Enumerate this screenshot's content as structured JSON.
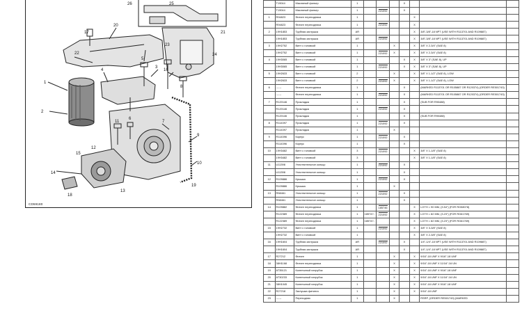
{
  "drawing": {
    "code": "CD59180",
    "callouts": [
      "1",
      "2",
      "3",
      "4",
      "5",
      "6",
      "7",
      "8",
      "9",
      "10",
      "11",
      "12",
      "13",
      "14",
      "15",
      "16",
      "17",
      "18",
      "19",
      "20",
      "21",
      "22",
      "23",
      "24",
      "25",
      "26"
    ]
  },
  "rows": [
    {
      "idx": "",
      "pn": "T19044",
      "desc": "Масляный фильтр",
      "qty": "1",
      "d1": "",
      "d2": "",
      "m1": "",
      "m2": "X",
      "m3": "",
      "rem": ""
    },
    {
      "idx": "",
      "pn": "T19044",
      "desc": "Масляный фильтр",
      "qty": "1",
      "d1": "",
      "d2": "221092",
      "m1": "",
      "m2": "X",
      "m3": "",
      "rem": ""
    },
    {
      "idx": "1",
      "pn": "R94823",
      "desc": "Фитинг переходника",
      "qty": "1",
      "d1": "",
      "d2": "",
      "m1": "",
      "m2": "",
      "m3": "X",
      "rem": ""
    },
    {
      "idx": "",
      "pn": "R94823",
      "desc": "Фитинг переходника",
      "qty": "1",
      "d1": "",
      "d2": "221092",
      "m1": "",
      "m2": "",
      "m3": "X",
      "rem": ""
    },
    {
      "idx": "2",
      "pn": "19H1853",
      "desc": "Трубная заглушка",
      "qty": "AR",
      "d1": "",
      "d2": "",
      "m1": "",
      "m2": "",
      "m3": "X",
      "rem": "3/8\"-3/8\"-18 NPT (USE WITH R113701 AND R109887)"
    },
    {
      "idx": "",
      "pn": "19H1853",
      "desc": "Трубная заглушка",
      "qty": "AR",
      "d1": "",
      "d2": "221092",
      "m1": "",
      "m2": "",
      "m3": "X",
      "rem": "3/8\"-3/8\"-18 NPT (USE WITH R113701 AND R109887)"
    },
    {
      "idx": "3",
      "pn": "19H2752",
      "desc": "Винт с головкой",
      "qty": "1",
      "d1": "",
      "d2": "",
      "m1": "X",
      "m2": "",
      "m3": "X",
      "rem": "3/8\" X 2-3/4\" (SAE 8)"
    },
    {
      "idx": "",
      "pn": "19H2752",
      "desc": "Винт с головкой",
      "qty": "1",
      "d1": "",
      "d2": "221092",
      "m1": "X",
      "m2": "",
      "m3": "X",
      "rem": "3/8\" X 2-3/4\" (SAE 8)"
    },
    {
      "idx": "4",
      "pn": "19H3065",
      "desc": "Винт с головкой",
      "qty": "1",
      "d1": "",
      "d2": "",
      "m1": "",
      "m2": "X",
      "m3": "X",
      "rem": "3/8\" X 3\" (SAE 8), UP"
    },
    {
      "idx": "",
      "pn": "19H3065",
      "desc": "Винт с головкой",
      "qty": "1",
      "d1": "",
      "d2": "221092",
      "m1": "",
      "m2": "X",
      "m3": "X",
      "rem": "3/8\" X 3\" (SAE 8), UP"
    },
    {
      "idx": "5",
      "pn": "19H2633",
      "desc": "Винт с головкой",
      "qty": "2",
      "d1": "",
      "d2": "",
      "m1": "X",
      "m2": "",
      "m3": "X",
      "rem": "3/8\" X 1-1/2\" (SAE 8), LOW"
    },
    {
      "idx": "",
      "pn": "19H2633",
      "desc": "Винт с головкой",
      "qty": "2",
      "d1": "",
      "d2": "221092",
      "m1": "X",
      "m2": "",
      "m3": "X",
      "rem": "3/8\" X 1-1/2\" (SAE 8), LOW"
    },
    {
      "idx": "6",
      "pn": "------",
      "desc": "Фитинг переходника",
      "qty": "1",
      "d1": "",
      "d2": "",
      "m1": "",
      "m2": "X",
      "m3": "",
      "rem": "(MARKED R113701 OR R105887 OR R120374) (ORDER RE501743)"
    },
    {
      "idx": "",
      "pn": "------",
      "desc": "Фитинг переходника",
      "qty": "1",
      "d1": "",
      "d2": "221092",
      "m1": "",
      "m2": "X",
      "m3": "",
      "rem": "(MARKED R113701 OR R105887 OR R120374) (ORDER RE501743)"
    },
    {
      "idx": "7",
      "pn": "R120146",
      "desc": "Прокладка",
      "qty": "1",
      "d1": "",
      "d2": "",
      "m1": "",
      "m2": "X",
      "m3": "",
      "rem": "(SUB FOR R90488)"
    },
    {
      "idx": "",
      "pn": "R120146",
      "desc": "Прокладка",
      "qty": "1",
      "d1": "",
      "d2": "221092",
      "m1": "",
      "m2": "X",
      "m3": "",
      "rem": ""
    },
    {
      "idx": "",
      "pn": "R120146",
      "desc": "Прокладка",
      "qty": "1",
      "d1": "",
      "d2": "",
      "m1": "",
      "m2": "X",
      "m3": "",
      "rem": "(SUB FOR R90488)"
    },
    {
      "idx": "8",
      "pn": "R114397",
      "desc": "Прокладка",
      "qty": "1",
      "d1": "",
      "d2": "221092",
      "m1": "",
      "m2": "X",
      "m3": "",
      "rem": ""
    },
    {
      "idx": "",
      "pn": "R114397",
      "desc": "Прокладка",
      "qty": "1",
      "d1": "",
      "d2": "",
      "m1": "X",
      "m2": "",
      "m3": "",
      "rem": ""
    },
    {
      "idx": "9",
      "pn": "R114396",
      "desc": "Корпус",
      "qty": "1",
      "d1": "",
      "d2": "221092",
      "m1": "",
      "m2": "X",
      "m3": "",
      "rem": ""
    },
    {
      "idx": "",
      "pn": "R114396",
      "desc": "Корпус",
      "qty": "1",
      "d1": "",
      "d2": "",
      "m1": "",
      "m2": "X",
      "m3": "",
      "rem": ""
    },
    {
      "idx": "10",
      "pn": "19H3482",
      "desc": "Винт с головкой",
      "qty": "3",
      "d1": "",
      "d2": "221092",
      "m1": "",
      "m2": "",
      "m3": "X",
      "rem": "3/8\" X 1-1/8\" (SAE 8)"
    },
    {
      "idx": "",
      "pn": "19H3482",
      "desc": "Винт с головкой",
      "qty": "3",
      "d1": "",
      "d2": "",
      "m1": "",
      "m2": "",
      "m3": "X",
      "rem": "3/8\" X 1-1/8\" (SAE 8)"
    },
    {
      "idx": "11",
      "pn": "U11398",
      "desc": "Уплотнительное кольцо",
      "qty": "1",
      "d1": "",
      "d2": "221092",
      "m1": "",
      "m2": "X",
      "m3": "",
      "rem": ""
    },
    {
      "idx": "",
      "pn": "U11398",
      "desc": "Уплотнительное кольцо",
      "qty": "1",
      "d1": "",
      "d2": "",
      "m1": "",
      "m2": "X",
      "m3": "",
      "rem": ""
    },
    {
      "idx": "12",
      "pn": "R109886",
      "desc": "Крышка",
      "qty": "1",
      "d1": "",
      "d2": "221092",
      "m1": "",
      "m2": "X",
      "m3": "",
      "rem": ""
    },
    {
      "idx": "",
      "pn": "R109886",
      "desc": "Крышка",
      "qty": "1",
      "d1": "",
      "d2": "",
      "m1": "X",
      "m2": "",
      "m3": "",
      "rem": ""
    },
    {
      "idx": "13",
      "pn": "R58461",
      "desc": "Уплотнительное кольцо",
      "qty": "1",
      "d1": "",
      "d2": "221092",
      "m1": "",
      "m2": "X",
      "m3": "",
      "rem": ""
    },
    {
      "idx": "",
      "pn": "R58461",
      "desc": "Уплотнительное кольцо",
      "qty": "1",
      "d1": "",
      "d2": "",
      "m1": "",
      "m2": "X",
      "m3": "",
      "rem": ""
    },
    {
      "idx": "14",
      "pn": "R109882",
      "desc": "Фитинг переходника",
      "qty": "1",
      "d1": "",
      "d2": "185746",
      "m1": "",
      "m2": "",
      "m3": "X",
      "rem": "LGTH = 90 MM, (3.54\") (FOR RG58078)"
    },
    {
      "idx": "",
      "pn": "R122389",
      "desc": "Фитинг переходника",
      "qty": "1",
      "d1": "185747-",
      "d2": "221092",
      "m1": "",
      "m2": "",
      "m3": "X",
      "rem": "LGTH = 82 MM, (3.23\") (FOR RG61769)"
    },
    {
      "idx": "",
      "pn": "R122389",
      "desc": "Фитинг переходника",
      "qty": "1",
      "d1": "185747-",
      "d2": "",
      "m1": "",
      "m2": "",
      "m3": "X",
      "rem": "LGTH = 82 MM, (3.23\") (FOR RG61769)"
    },
    {
      "idx": "15",
      "pn": "19H2732",
      "desc": "Винт с головкой",
      "qty": "1",
      "d1": "",
      "d2": "221092",
      "m1": "",
      "m2": "",
      "m3": "X",
      "rem": "3/8\" X 3-3/8\" (SAE 8)"
    },
    {
      "idx": "",
      "pn": "19H2732",
      "desc": "Винт с головкой",
      "qty": "1",
      "d1": "",
      "d2": "",
      "m1": "",
      "m2": "",
      "m3": "X",
      "rem": "3/8\" X 2-3/8\" (SAE 8)"
    },
    {
      "idx": "16",
      "pn": "19H1604",
      "desc": "Трубная заглушка",
      "qty": "AR",
      "d1": "",
      "d2": "221092",
      "m1": "",
      "m2": "X",
      "m3": "",
      "rem": "1/4\"-1/4\"-18 NPT (USE WITH R113701 AND R109887)"
    },
    {
      "idx": "",
      "pn": "19H1604",
      "desc": "Трубная заглушка",
      "qty": "AR",
      "d1": "",
      "d2": "",
      "m1": "",
      "m2": "X",
      "m3": "",
      "rem": "1/4\"-1/4\"-18 NPT (USE WITH R113701 AND R109887)"
    },
    {
      "idx": "17",
      "pn": "R27212",
      "desc": "Фитинг",
      "qty": "1",
      "d1": "",
      "d2": "",
      "m1": "X",
      "m2": "",
      "m3": "X",
      "rem": "9/16\"-18 UNF X 9/16\"-18 UNF"
    },
    {
      "idx": "18",
      "pn": "38H1168",
      "desc": "Фитинг переходника",
      "qty": "1",
      "d1": "",
      "d2": "",
      "m1": "X",
      "m2": "",
      "m3": "X",
      "rem": "9/16\"-18 UNF X 11/16\"-16 UN"
    },
    {
      "idx": "19",
      "pn": "AT35121",
      "desc": "Коленчатый патрубок",
      "qty": "1",
      "d1": "",
      "d2": "",
      "m1": "X",
      "m2": "",
      "m3": "X",
      "rem": "9/16\"-18 UNF X 9/16\"-18 UNF"
    },
    {
      "idx": "20",
      "pn": "AT30233",
      "desc": "Коленчатый патрубок",
      "qty": "1",
      "d1": "",
      "d2": "",
      "m1": "X",
      "m2": "",
      "m3": "X",
      "rem": "9/16\"-18 UNF X 11/16\"-16 UN"
    },
    {
      "idx": "21",
      "pn": "38H1045",
      "desc": "Коленчатый патрубок",
      "qty": "1",
      "d1": "",
      "d2": "",
      "m1": "X",
      "m2": "",
      "m3": "X",
      "rem": "9/16\"-18 UNF X 9/16\"-18 UNF"
    },
    {
      "idx": "22",
      "pn": "R27218",
      "desc": "Заглушка фитинга",
      "qty": "1",
      "d1": "",
      "d2": "",
      "m1": "X",
      "m2": "",
      "m3": "X",
      "rem": "9/16\"-18 UNF"
    },
    {
      "idx": "23",
      "pn": "------",
      "desc": "Переходник",
      "qty": "1",
      "d1": "",
      "d2": "",
      "m1": "X",
      "m2": "",
      "m3": "",
      "rem": "RSRP, (ORDER RE501743) (MARKED"
    }
  ]
}
